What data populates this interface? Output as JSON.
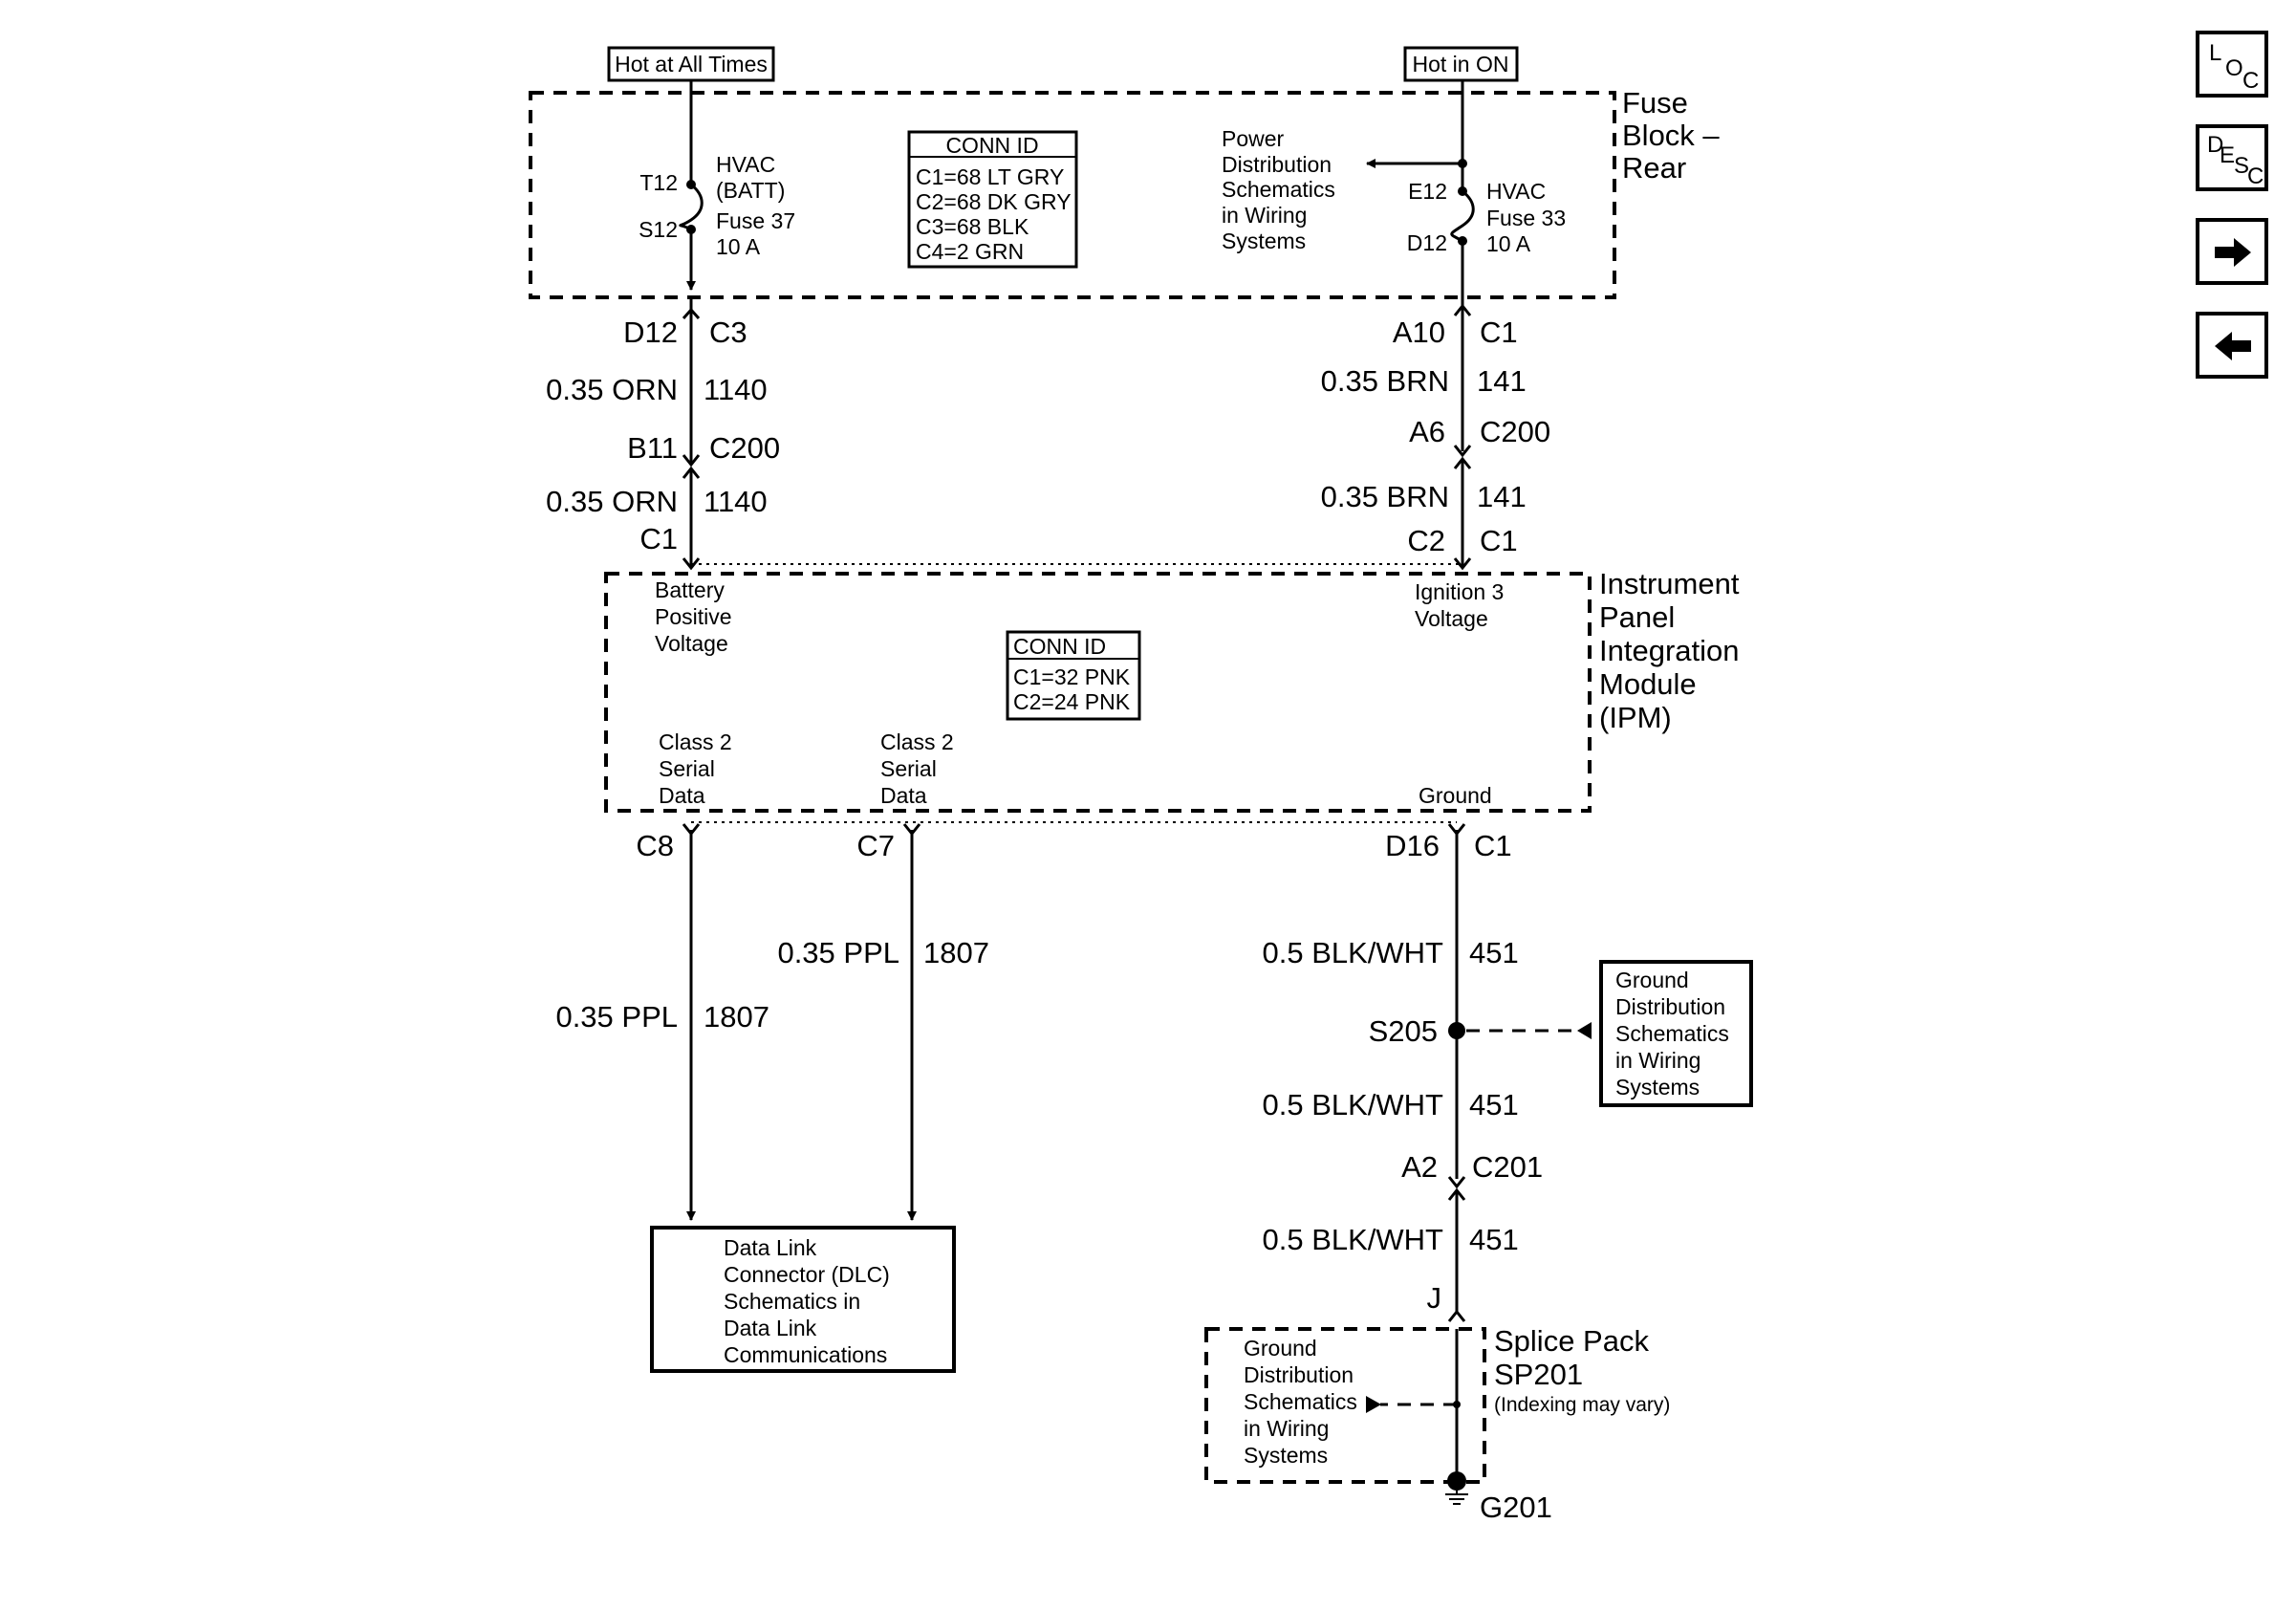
{
  "supply_left": "Hot at All Times",
  "supply_right": "Hot in ON",
  "fuse_block": {
    "title": [
      "Fuse",
      "Block –",
      "Rear"
    ],
    "conn_id": {
      "header": "CONN ID",
      "lines": [
        "C1=68 LT GRY",
        "C2=68 DK GRY",
        "C3=68 BLK",
        "C4=2 GRN"
      ]
    },
    "fuse37": {
      "pin_top": "T12",
      "pin_bottom": "S12",
      "lines": [
        "HVAC",
        "(BATT)",
        "Fuse 37",
        "10 A"
      ]
    },
    "fuse33": {
      "pin_top": "E12",
      "pin_bottom": "D12",
      "lines": [
        "HVAC",
        "Fuse 33",
        "10 A"
      ]
    },
    "power_ref": [
      "Power",
      "Distribution",
      "Schematics",
      "in Wiring",
      "Systems"
    ]
  },
  "left_circuit": {
    "fb_pin": "D12",
    "fb_conn": "C3",
    "wire1_color": "0.35 ORN",
    "wire1_num": "1140",
    "inline_pin": "B11",
    "inline_conn": "C200",
    "wire2_color": "0.35 ORN",
    "wire2_num": "1140",
    "ipm_pin": "C1"
  },
  "right_circuit": {
    "fb_pin": "A10",
    "fb_conn": "C1",
    "wire1_color": "0.35 BRN",
    "wire1_num": "141",
    "inline_pin": "A6",
    "inline_conn": "C200",
    "wire2_color": "0.35 BRN",
    "wire2_num": "141",
    "ipm_pin": "C2",
    "ipm_conn": "C1"
  },
  "ipm": {
    "title": [
      "Instrument",
      "Panel",
      "Integration",
      "Module",
      "(IPM)"
    ],
    "conn_id": {
      "header": "CONN ID",
      "lines": [
        "C1=32 PNK",
        "C2=24 PNK"
      ]
    },
    "battery_label": [
      "Battery",
      "Positive",
      "Voltage"
    ],
    "ignition_label": [
      "Ignition 3",
      "Voltage"
    ],
    "class2_a": [
      "Class 2",
      "Serial",
      "Data"
    ],
    "class2_b": [
      "Class 2",
      "Serial",
      "Data"
    ],
    "ground_label": "Ground"
  },
  "bottom": {
    "c8_pin": "C8",
    "c7_pin": "C7",
    "c8_wire_color": "0.35 PPL",
    "c8_wire_num": "1807",
    "c7_wire_color": "0.35 PPL",
    "c7_wire_num": "1807",
    "gnd_pin": "D16",
    "gnd_conn": "C1",
    "gnd_wire1_color": "0.5 BLK/WHT",
    "gnd_wire1_num": "451",
    "splice": "S205",
    "gnd_wire2_color": "0.5 BLK/WHT",
    "gnd_wire2_num": "451",
    "c201_pin": "A2",
    "c201_conn": "C201",
    "gnd_wire3_color": "0.5 BLK/WHT",
    "gnd_wire3_num": "451",
    "splice_pin": "J",
    "splice_pack": [
      "Splice Pack",
      "SP201"
    ],
    "splice_note": "(Indexing may vary)",
    "ground": "G201",
    "dlc_ref": [
      "Data Link",
      "Connector (DLC)",
      "Schematics in",
      "Data Link",
      "Communications"
    ],
    "ground_ref1": [
      "Ground",
      "Distribution",
      "Schematics",
      "in Wiring",
      "Systems"
    ],
    "ground_ref2": [
      "Ground",
      "Distribution",
      "Schematics",
      "in Wiring",
      "Systems"
    ]
  },
  "nav": {
    "loc": {
      "l": "L",
      "o": "O",
      "c": "C"
    },
    "desc": {
      "d": "D",
      "e": "E",
      "s": "S",
      "c": "C"
    },
    "next_icon": "arrow-right-icon",
    "prev_icon": "arrow-left-icon"
  }
}
